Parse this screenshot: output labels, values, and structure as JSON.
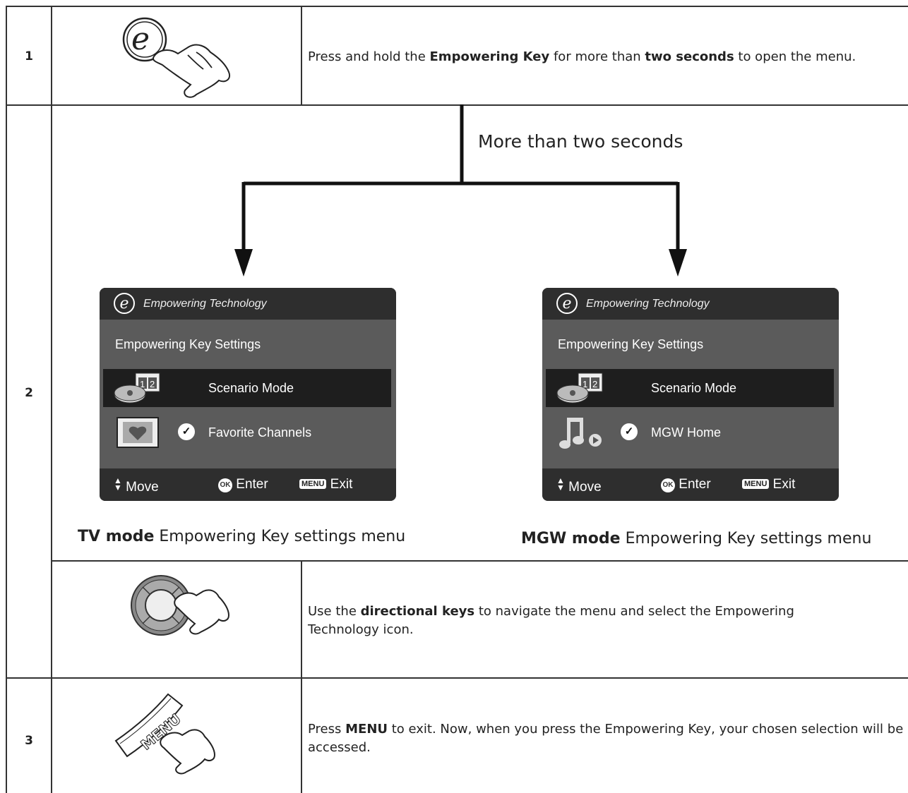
{
  "steps": [
    {
      "number": "1",
      "text_pre": "Press and hold the ",
      "bold1": "Empowering Key",
      "text_mid": " for more than ",
      "bold2": "two seconds",
      "text_post": " to open the menu."
    },
    {
      "number": "2",
      "flow_label": "More than two seconds",
      "nav_pre": "Use the ",
      "nav_bold": "directional keys",
      "nav_post": " to navigate the menu and select the Empowering Technology icon."
    },
    {
      "number": "3",
      "text_pre": "Press ",
      "bold1": "MENU",
      "text_post": " to exit. Now, when you press the Empowering Key, your chosen selection will be accessed.",
      "key_label": "MENU"
    }
  ],
  "menus": {
    "tv": {
      "brand": "Empowering Technology",
      "logo": "e",
      "title": "Empowering Key Settings",
      "item1": "Scenario Mode",
      "item2": "Favorite Channels",
      "move": "Move",
      "ok": "OK",
      "enter": "Enter",
      "menu_badge": "MENU",
      "exit": "Exit",
      "caption_bold": "TV mode",
      "caption_rest": " Empowering Key settings menu"
    },
    "mgw": {
      "brand": "Empowering Technology",
      "logo": "e",
      "title": "Empowering Key Settings",
      "item1": "Scenario Mode",
      "item2": "MGW Home",
      "move": "Move",
      "ok": "OK",
      "enter": "Enter",
      "menu_badge": "MENU",
      "exit": "Exit",
      "caption_bold": "MGW mode",
      "caption_rest": " Empowering Key settings menu"
    }
  },
  "icons": {
    "step1": "empowering-key-press-icon",
    "step2_nav": "directional-pad-press-icon",
    "step3": "menu-key-press-icon",
    "scenario": "film-reel-icon",
    "favorite": "heart-picture-icon",
    "mgw": "music-note-icon"
  }
}
